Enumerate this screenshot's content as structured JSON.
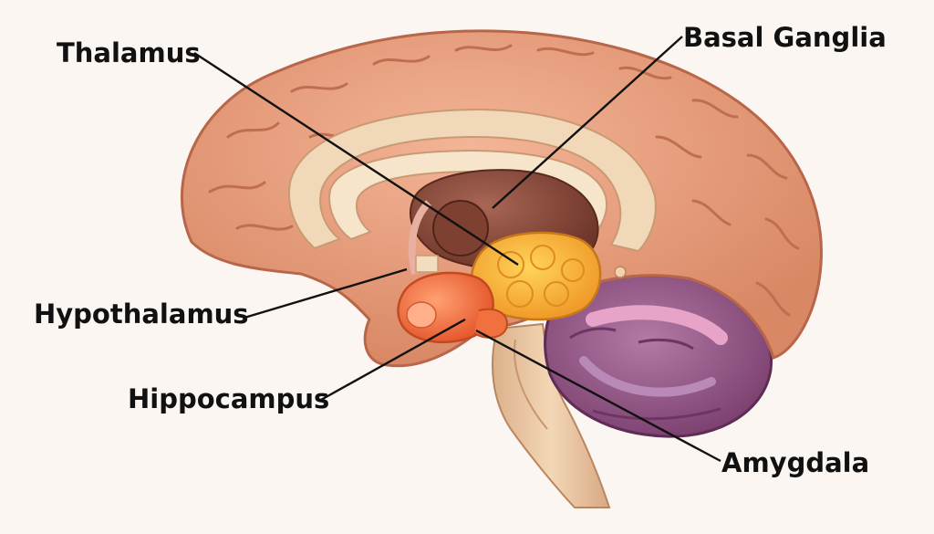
{
  "labels": {
    "thalamus": "Thalamus",
    "basal_ganglia": "Basal Ganglia",
    "hypothalamus": "Hypothalamus",
    "hippocampus": "Hippocampus",
    "amygdala": "Amygdala"
  },
  "colors": {
    "background": "#fbf6f1",
    "cerebrum": "#e49878",
    "cerebrum_outline": "#b8664a",
    "corpus_callosum": "#f1d8b8",
    "thalamus": "#f6b43a",
    "basal_ganglia": "#8a4a3a",
    "hypothalamus": "#f0703e",
    "cerebellum": "#9a5a86",
    "brainstem": "#edc9a4",
    "label_text": "#111111",
    "leader_line": "#111111"
  }
}
